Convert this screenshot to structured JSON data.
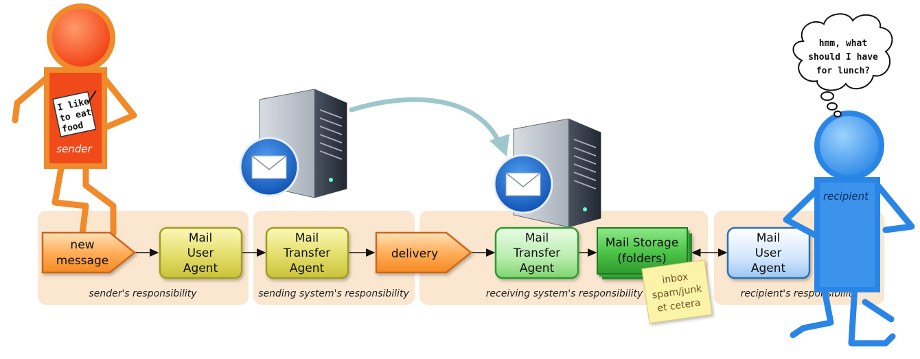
{
  "zones": [
    {
      "id": "sender-zone",
      "label": "sender's responsibility"
    },
    {
      "id": "sending-zone",
      "label": "sending system's responsibility"
    },
    {
      "id": "receiving-zone",
      "label": "receiving system's responsibility"
    },
    {
      "id": "recipient-zone",
      "label": "recipient's responsibility"
    }
  ],
  "nodes": {
    "new_message": [
      "new",
      "message"
    ],
    "sender_mua": [
      "Mail",
      "User",
      "Agent"
    ],
    "sending_mta": [
      "Mail",
      "Transfer",
      "Agent"
    ],
    "delivery": [
      "delivery"
    ],
    "receiving_mta": [
      "Mail",
      "Transfer",
      "Agent"
    ],
    "mail_storage": [
      "Mail Storage",
      "(folders)"
    ],
    "recipient_mua": [
      "Mail",
      "User",
      "Agent"
    ]
  },
  "sticky_note": [
    "inbox",
    "spam/junk",
    "et cetera"
  ],
  "sender": {
    "label": "sender",
    "note": [
      "I like",
      "to eat",
      "food"
    ]
  },
  "recipient": {
    "label": "recipient",
    "thought": [
      "hmm, what",
      "should I have",
      "for lunch?"
    ]
  },
  "colors": {
    "zone_fill": "#fbe6cf",
    "orange": "#f08a2a",
    "yellow_green": "#c7c238",
    "green": "#2c9a2c",
    "blue": "#2a7fd6",
    "sender_red": "#f04a1a",
    "server_arrow": "#9ec7cc"
  }
}
